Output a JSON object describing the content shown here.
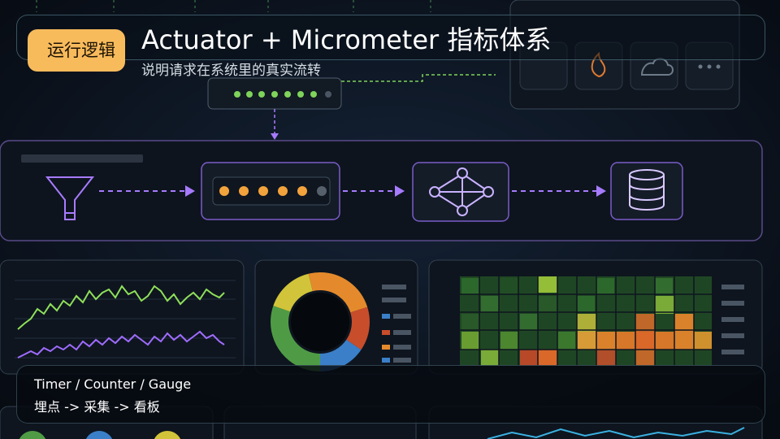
{
  "header": {
    "badge_label": "运行逻辑",
    "title": "Actuator + Micrometer 指标体系",
    "subtitle": "说明请求在系统里的真实流转"
  },
  "footer": {
    "line1": "Timer / Counter / Gauge",
    "line2": "埋点 -> 采集 -> 看板"
  },
  "colors": {
    "background": "#0b1119",
    "badge": "#f8bb5c",
    "flow_accent": "#a77bff",
    "dot_orange": "#f3a33c",
    "dot_green": "#7fd35a",
    "line_green": "#8fe05a",
    "line_purple": "#a06cff"
  },
  "icons": [
    "funnel-icon",
    "network-icon",
    "database-icon",
    "fire-icon",
    "cloud-icon",
    "more-icon"
  ]
}
